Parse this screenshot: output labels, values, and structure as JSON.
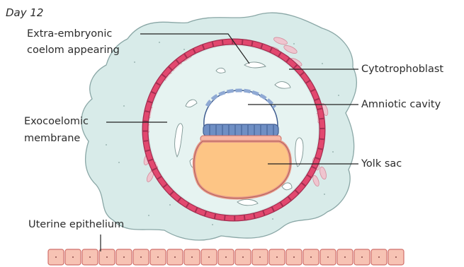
{
  "figure": {
    "day_label": "Day 12",
    "labels": {
      "extra_embryonic_line1": "Extra-embryonic",
      "extra_embryonic_line2": "coelom appearing",
      "exocoelomic_line1": "Exocoelomic",
      "exocoelomic_line2": "membrane",
      "uterine_epithelium": "Uterine epithelium",
      "cytotrophoblast": "Cytotrophoblast",
      "amniotic_cavity": "Amniotic cavity",
      "yolk_sac": "Yolk sac"
    },
    "colors": {
      "syncytiotrophoblast": "#d8ebe9",
      "syncytio_outline": "#8aa7a6",
      "cytotrophoblast_ring": "#e2486f",
      "cytotrophoblast_outline": "#a52f51",
      "amnion_cells": "#6f8fc4",
      "amnion_outline": "#3d5b8f",
      "yolk_sac": "#fdc585",
      "yolk_sac_border": "#e79a8a",
      "maternal_blood": "#efc5cf",
      "uterine_epithelium": "#f7c3b4",
      "uterine_epithelium_outline": "#d06f6a"
    }
  }
}
